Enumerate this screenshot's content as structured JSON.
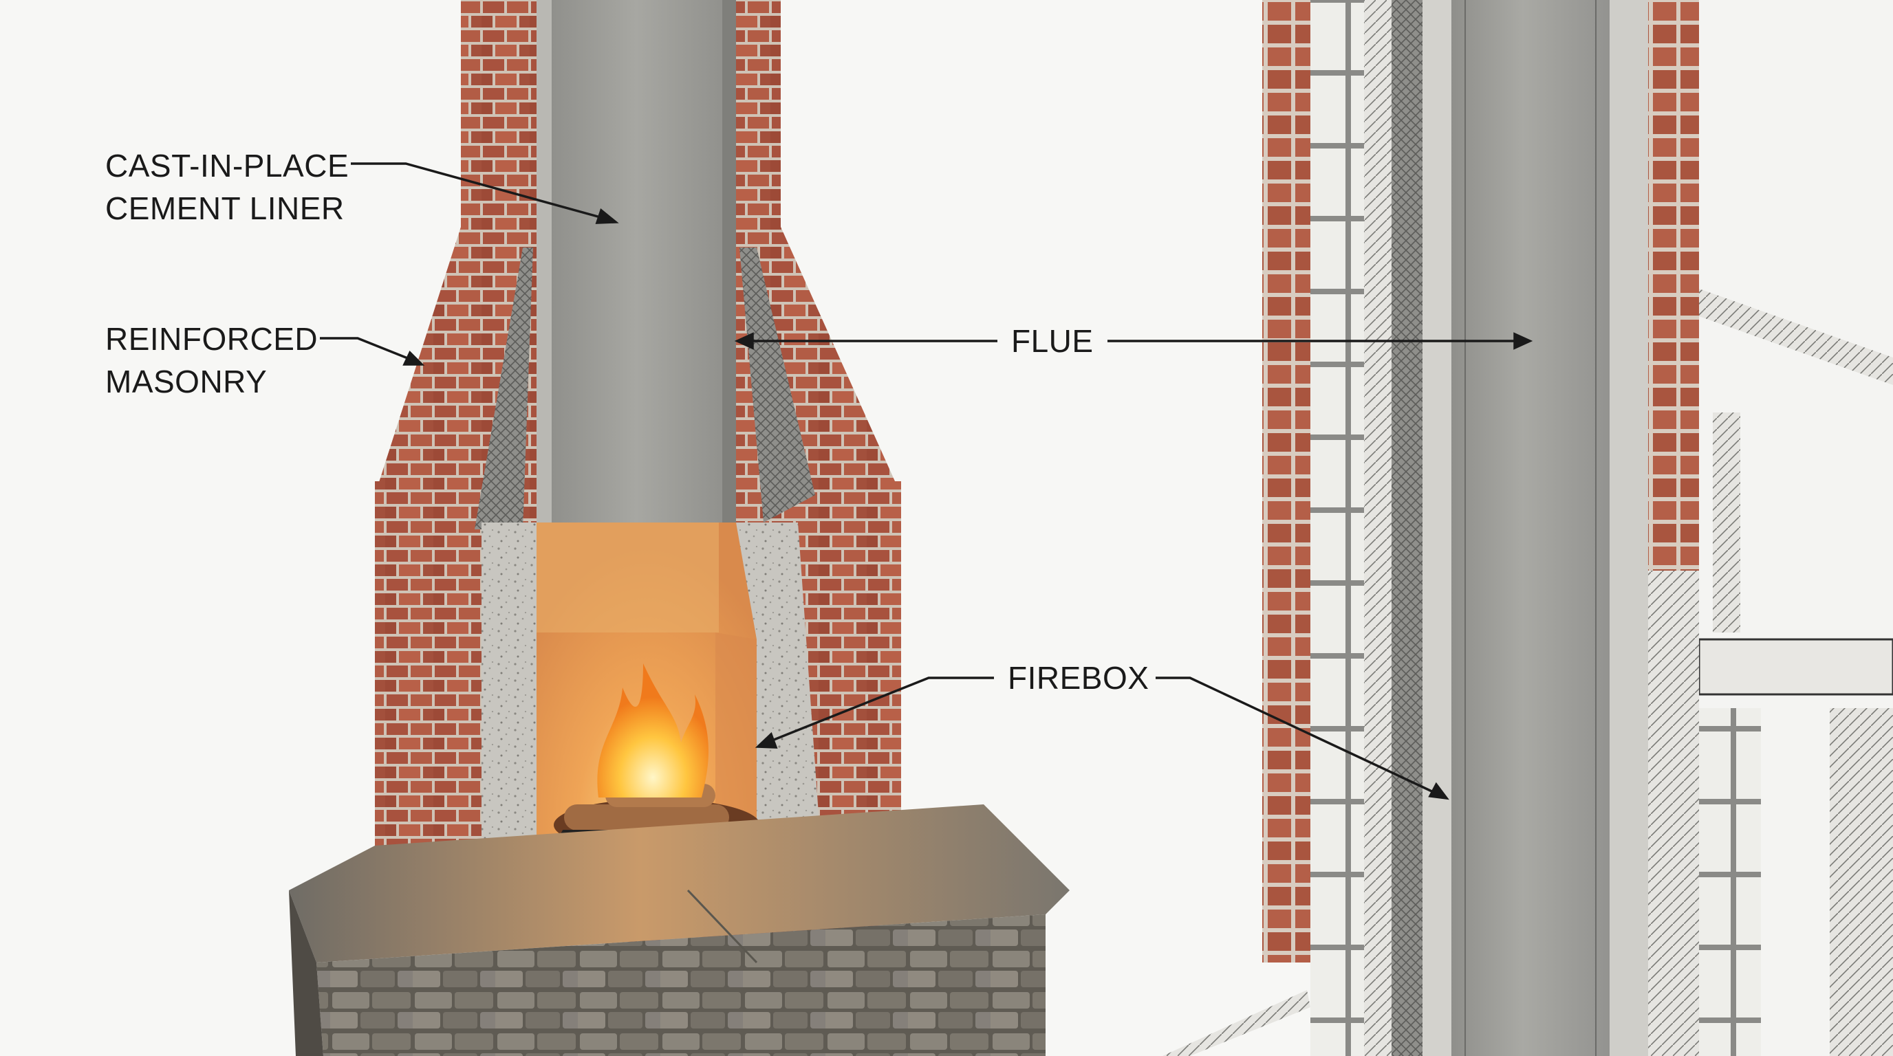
{
  "labels": {
    "liner": {
      "line1": "CAST-IN-PLACE",
      "line2": "CEMENT LINER"
    },
    "masonry": {
      "line1": "REINFORCED",
      "line2": "MASONRY"
    },
    "flue": "FLUE",
    "firebox": "FIREBOX"
  },
  "colors": {
    "background": "#f7f7f5",
    "brick": "#a8523e",
    "mortar": "#cfc3b6",
    "cement": "#9c9c98",
    "cement_light": "#b9b8b3",
    "fire_glow": "#f6b35a",
    "hearth": "#7d7a72",
    "ink": "#1a1a1a"
  }
}
